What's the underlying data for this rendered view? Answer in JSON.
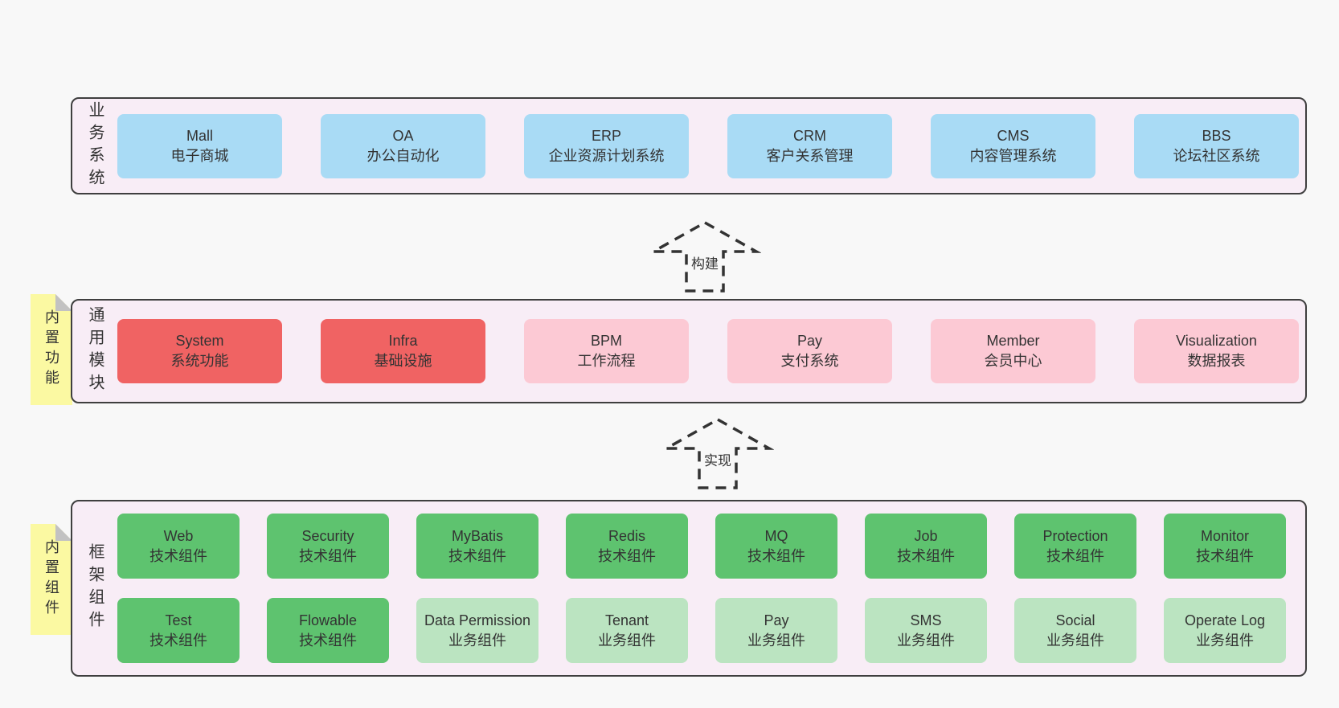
{
  "colors": {
    "page_bg": "#f8f8f8",
    "panel_bg": "#f8edf6",
    "panel_border": "#3f3f3f",
    "blue": "#a9dbf5",
    "red": "#f06363",
    "pink": "#fcc9d4",
    "green": "#5ec36f",
    "green_light": "#bbe4c1",
    "sticky_yellow": "#fbf9a2",
    "sticky_fold": "#c2c2c2",
    "text": "#333333"
  },
  "arrows": {
    "build": "构建",
    "implement": "实现"
  },
  "layers": {
    "business": {
      "label": "业务系统",
      "boxes": [
        {
          "name": "Mall",
          "desc": "电子商城"
        },
        {
          "name": "OA",
          "desc": "办公自动化"
        },
        {
          "name": "ERP",
          "desc": "企业资源计划系统"
        },
        {
          "name": "CRM",
          "desc": "客户关系管理"
        },
        {
          "name": "CMS",
          "desc": "内容管理系统"
        },
        {
          "name": "BBS",
          "desc": "论坛社区系统"
        }
      ]
    },
    "modules": {
      "label": "通用模块",
      "sticky": "内置功能",
      "boxes": [
        {
          "name": "System",
          "desc": "系统功能"
        },
        {
          "name": "Infra",
          "desc": "基础设施"
        },
        {
          "name": "BPM",
          "desc": "工作流程"
        },
        {
          "name": "Pay",
          "desc": "支付系统"
        },
        {
          "name": "Member",
          "desc": "会员中心"
        },
        {
          "name": "Visualization",
          "desc": "数据报表"
        }
      ]
    },
    "components": {
      "label": "框架组件",
      "sticky": "内置组件",
      "row1": [
        {
          "name": "Web",
          "desc": "技术组件"
        },
        {
          "name": "Security",
          "desc": "技术组件"
        },
        {
          "name": "MyBatis",
          "desc": "技术组件"
        },
        {
          "name": "Redis",
          "desc": "技术组件"
        },
        {
          "name": "MQ",
          "desc": "技术组件"
        },
        {
          "name": "Job",
          "desc": "技术组件"
        },
        {
          "name": "Protection",
          "desc": "技术组件"
        },
        {
          "name": "Monitor",
          "desc": "技术组件"
        }
      ],
      "row2": [
        {
          "name": "Test",
          "desc": "技术组件"
        },
        {
          "name": "Flowable",
          "desc": "技术组件"
        },
        {
          "name": "Data Permission",
          "desc": "业务组件"
        },
        {
          "name": "Tenant",
          "desc": "业务组件"
        },
        {
          "name": "Pay",
          "desc": "业务组件"
        },
        {
          "name": "SMS",
          "desc": "业务组件"
        },
        {
          "name": "Social",
          "desc": "业务组件"
        },
        {
          "name": "Operate Log",
          "desc": "业务组件"
        }
      ]
    }
  }
}
